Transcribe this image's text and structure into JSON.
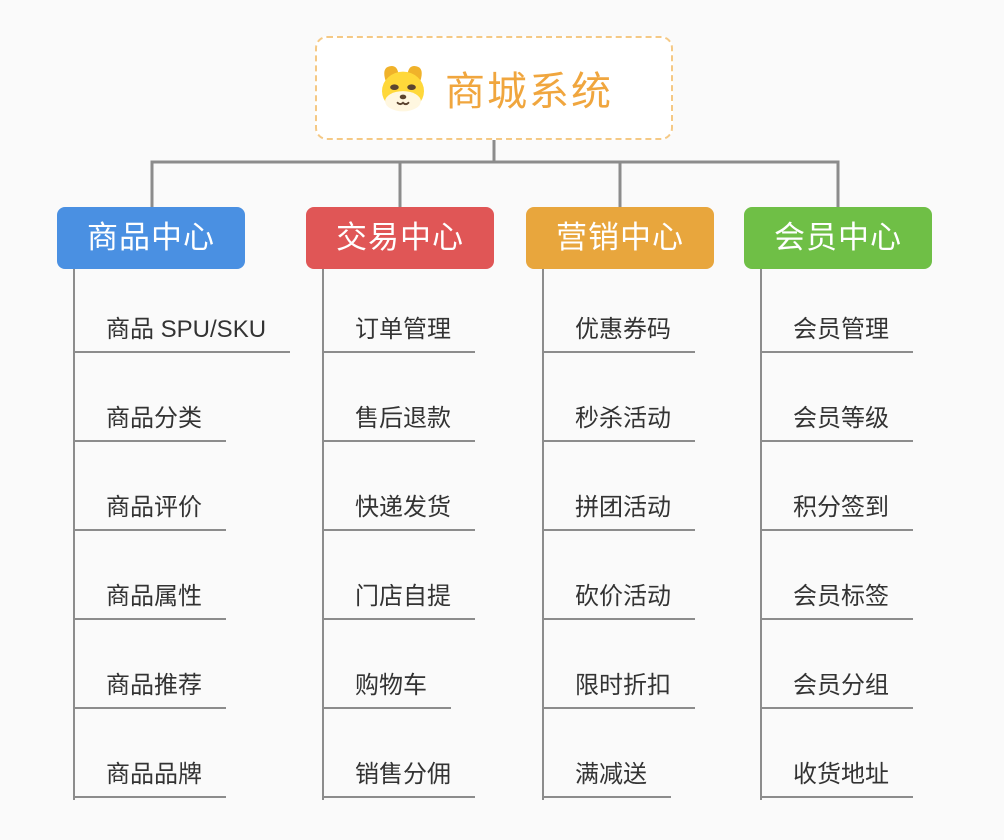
{
  "root": {
    "label": "商城系统",
    "icon": "dog-face-logo"
  },
  "colors": {
    "background": "#FAFAFA",
    "line": "#8C8C8C",
    "root_text": "#F0A63E",
    "root_border": "#F5C985",
    "branch_text": "#FFFFFF",
    "item_text": "#333333"
  },
  "branches": [
    {
      "label": "商品中心",
      "color": "#4A90E2",
      "items": [
        "商品 SPU/SKU",
        "商品分类",
        "商品评价",
        "商品属性",
        "商品推荐",
        "商品品牌"
      ]
    },
    {
      "label": "交易中心",
      "color": "#E05656",
      "items": [
        "订单管理",
        "售后退款",
        "快递发货",
        "门店自提",
        "购物车",
        "销售分佣"
      ]
    },
    {
      "label": "营销中心",
      "color": "#E8A63D",
      "items": [
        "优惠券码",
        "秒杀活动",
        "拼团活动",
        "砍价活动",
        "限时折扣",
        "满减送"
      ]
    },
    {
      "label": "会员中心",
      "color": "#6FBF46",
      "items": [
        "会员管理",
        "会员等级",
        "积分签到",
        "会员标签",
        "会员分组",
        "收货地址"
      ]
    }
  ]
}
